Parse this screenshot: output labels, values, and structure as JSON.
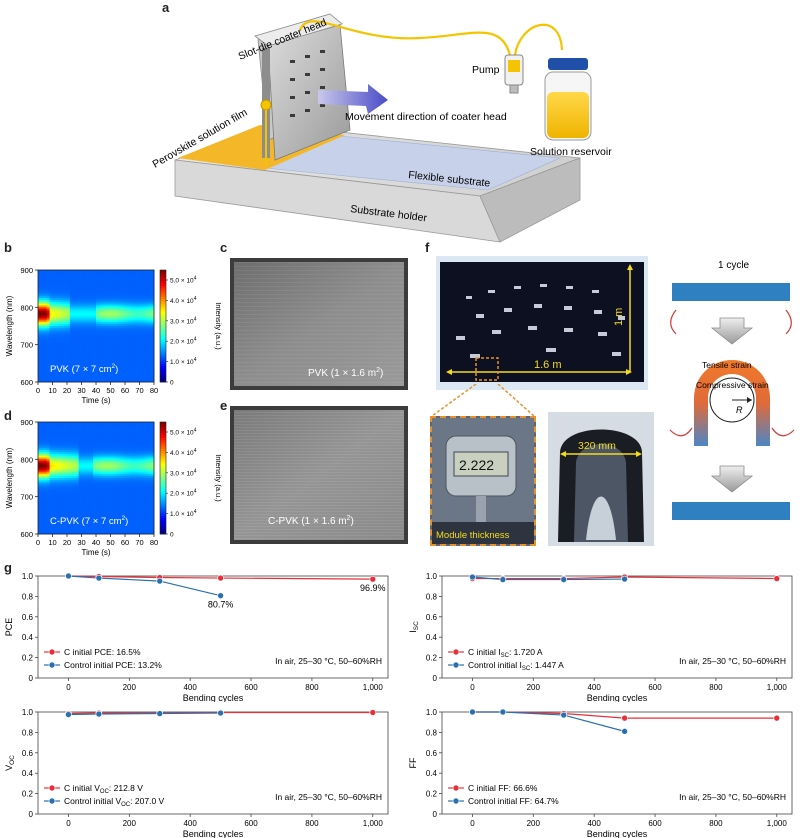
{
  "panels": {
    "a": "a",
    "b": "b",
    "c": "c",
    "d": "d",
    "e": "e",
    "f": "f",
    "g": "g"
  },
  "schematic": {
    "coater_head": "Slot-die coater head",
    "pump": "Pump",
    "movement": "Movement direction of coater head",
    "film": "Perovskite solution film",
    "reservoir": "Solution reservoir",
    "flexible": "Flexible substrate",
    "holder": "Substrate holder"
  },
  "heatmaps": [
    {
      "label_main": "PVK (7 × 7 cm",
      "label_sup": "2",
      "label_end": ")",
      "peak_break": [
        22,
        40
      ]
    },
    {
      "label_main": "C-PVK (7 × 7 cm",
      "label_sup": "2",
      "label_end": ")",
      "peak_break": [
        28,
        38
      ]
    }
  ],
  "heatmap_axes": {
    "ylabel": "Wavelength (nm)",
    "xlabel": "Time (s)",
    "yticks": [
      "900",
      "800",
      "700",
      "600"
    ],
    "xticks": [
      "0",
      "10",
      "20",
      "30",
      "40",
      "50",
      "60",
      "70",
      "80"
    ],
    "colorbar_label": "Intensity (a.u.)",
    "colorbar_ticks": [
      {
        "m": "5.0",
        "e": "4"
      },
      {
        "m": "4.0",
        "e": "4"
      },
      {
        "m": "3.0",
        "e": "4"
      },
      {
        "m": "2.0",
        "e": "4"
      },
      {
        "m": "1.0",
        "e": "4"
      },
      {
        "m": "0",
        "e": ""
      }
    ]
  },
  "photos": {
    "c_label": "PVK (1 × 1.6 m",
    "c_sup": "2",
    "c_end": ")",
    "e_label": "C-PVK (1 × 1.6 m",
    "e_sup": "2",
    "e_end": ")",
    "f_width": "1.6 m",
    "f_height": "1 m",
    "gauge_reading": "2.222",
    "module_thickness": "Module thickness",
    "bend_span": "320 mm"
  },
  "bending_diagram": {
    "cycle": "1 cycle",
    "tensile": "Tensile strain",
    "compressive": "Compressive strain",
    "radius": "R"
  },
  "colors": {
    "c_series": "#e8303a",
    "control_series": "#2a6fb0",
    "orange_dash": "#e8912c",
    "strip_blue": "#2f80c0"
  },
  "chart_data": [
    {
      "type": "line",
      "ylabel": "PCE",
      "xlabel": "Bending cycles",
      "ylim": [
        0,
        1.0
      ],
      "xlim": [
        -100,
        1050
      ],
      "yticks": [
        "0",
        "0.2",
        "0.4",
        "0.6",
        "0.8",
        "1.0"
      ],
      "xticks": [
        "0",
        "200",
        "400",
        "600",
        "800",
        "1,000"
      ],
      "series": [
        {
          "name": "C initial PCE: 16.5%",
          "x": [
            0,
            100,
            300,
            500,
            1000
          ],
          "y": [
            1.0,
            0.995,
            0.985,
            0.98,
            0.969
          ]
        },
        {
          "name": "Control initial PCE: 13.2%",
          "x": [
            0,
            100,
            300,
            500
          ],
          "y": [
            1.0,
            0.98,
            0.95,
            0.807
          ]
        }
      ],
      "annotations": [
        {
          "text": "80.7%",
          "x": 500,
          "y": 0.807
        },
        {
          "text": "96.9%",
          "x": 1000,
          "y": 0.969
        }
      ],
      "condition": "In air, 25–30 °C, 50–60%RH",
      "legend": "bottom-left"
    },
    {
      "type": "line",
      "ylabel": "I",
      "ylabel_sub": "SC",
      "xlabel": "Bending cycles",
      "ylim": [
        0,
        1.0
      ],
      "xlim": [
        -100,
        1050
      ],
      "yticks": [
        "0",
        "0.2",
        "0.4",
        "0.6",
        "0.8",
        "1.0"
      ],
      "xticks": [
        "0",
        "200",
        "400",
        "600",
        "800",
        "1,000"
      ],
      "series": [
        {
          "name": "C initial I",
          "name_sub": "SC",
          "name_end": ": 1.720 A",
          "x": [
            0,
            100,
            300,
            500,
            1000
          ],
          "y": [
            0.975,
            0.975,
            0.975,
            0.99,
            0.975
          ]
        },
        {
          "name": "Control initial I",
          "name_sub": "SC",
          "name_end": ": 1.447 A",
          "x": [
            0,
            100,
            300,
            500
          ],
          "y": [
            0.99,
            0.965,
            0.965,
            0.97
          ]
        }
      ],
      "annotations": [],
      "condition": "In air, 25–30 °C, 50–60%RH",
      "legend": "bottom-left"
    },
    {
      "type": "line",
      "ylabel": "V",
      "ylabel_sub": "OC",
      "xlabel": "Bending cycles",
      "ylim": [
        0,
        1.0
      ],
      "xlim": [
        -100,
        1050
      ],
      "yticks": [
        "0",
        "0.2",
        "0.4",
        "0.6",
        "0.8",
        "1.0"
      ],
      "xticks": [
        "0",
        "200",
        "400",
        "600",
        "800",
        "1,000"
      ],
      "series": [
        {
          "name": "C initial V",
          "name_sub": "OC",
          "name_end": ": 212.8 V",
          "x": [
            0,
            100,
            300,
            500,
            1000
          ],
          "y": [
            0.985,
            0.99,
            0.99,
            0.995,
            0.995
          ]
        },
        {
          "name": "Control initial V",
          "name_sub": "OC",
          "name_end": ": 207.0 V",
          "x": [
            0,
            100,
            300,
            500
          ],
          "y": [
            0.975,
            0.98,
            0.985,
            0.99
          ]
        }
      ],
      "annotations": [],
      "condition": "In air, 25–30 °C, 50–60%RH",
      "legend": "bottom-left"
    },
    {
      "type": "line",
      "ylabel": "FF",
      "xlabel": "Bending cycles",
      "ylim": [
        0,
        1.0
      ],
      "xlim": [
        -100,
        1050
      ],
      "yticks": [
        "0",
        "0.2",
        "0.4",
        "0.6",
        "0.8",
        "1.0"
      ],
      "xticks": [
        "0",
        "200",
        "400",
        "600",
        "800",
        "1,000"
      ],
      "series": [
        {
          "name": "C initial FF: 66.6%",
          "x": [
            0,
            100,
            300,
            500,
            1000
          ],
          "y": [
            1.0,
            1.0,
            0.985,
            0.94,
            0.94
          ]
        },
        {
          "name": "Control initial FF: 64.7%",
          "x": [
            0,
            100,
            300,
            500
          ],
          "y": [
            1.0,
            1.0,
            0.97,
            0.81
          ]
        }
      ],
      "annotations": [],
      "condition": "In air, 25–30 °C, 50–60%RH",
      "legend": "bottom-left"
    }
  ]
}
